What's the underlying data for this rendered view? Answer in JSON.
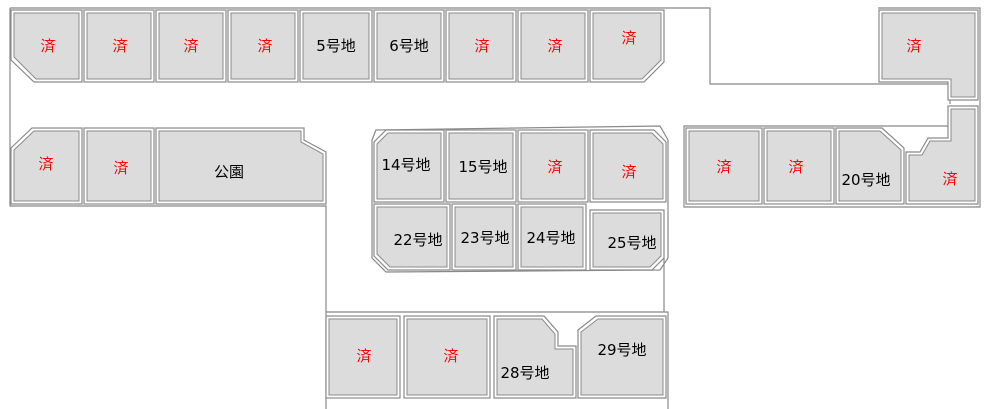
{
  "colors": {
    "sold": "#ff0000",
    "available": "#000000",
    "lot_fill": "#dcdcdc",
    "line": "#8a8a8a"
  },
  "lots": [
    {
      "id": "r1-1",
      "label": "済",
      "status": "sold"
    },
    {
      "id": "r1-2",
      "label": "済",
      "status": "sold"
    },
    {
      "id": "r1-3",
      "label": "済",
      "status": "sold"
    },
    {
      "id": "r1-4",
      "label": "済",
      "status": "sold"
    },
    {
      "id": "lot-5",
      "label": "5号地",
      "status": "available"
    },
    {
      "id": "lot-6",
      "label": "6号地",
      "status": "available"
    },
    {
      "id": "r1-7",
      "label": "済",
      "status": "sold"
    },
    {
      "id": "r1-8",
      "label": "済",
      "status": "sold"
    },
    {
      "id": "r1-9",
      "label": "済",
      "status": "sold"
    },
    {
      "id": "tr-1",
      "label": "済",
      "status": "sold"
    },
    {
      "id": "r2-1",
      "label": "済",
      "status": "sold"
    },
    {
      "id": "r2-2",
      "label": "済",
      "status": "sold"
    },
    {
      "id": "park",
      "label": "公園",
      "status": "park"
    },
    {
      "id": "lot-14",
      "label": "14号地",
      "status": "available"
    },
    {
      "id": "lot-15",
      "label": "15号地",
      "status": "available"
    },
    {
      "id": "c1-3",
      "label": "済",
      "status": "sold"
    },
    {
      "id": "c1-4",
      "label": "済",
      "status": "sold"
    },
    {
      "id": "e-1",
      "label": "済",
      "status": "sold"
    },
    {
      "id": "e-2",
      "label": "済",
      "status": "sold"
    },
    {
      "id": "lot-20",
      "label": "20号地",
      "status": "available"
    },
    {
      "id": "e-4",
      "label": "済",
      "status": "sold"
    },
    {
      "id": "lot-22",
      "label": "22号地",
      "status": "available"
    },
    {
      "id": "lot-23",
      "label": "23号地",
      "status": "available"
    },
    {
      "id": "lot-24",
      "label": "24号地",
      "status": "available"
    },
    {
      "id": "lot-25",
      "label": "25号地",
      "status": "available"
    },
    {
      "id": "b-1",
      "label": "済",
      "status": "sold"
    },
    {
      "id": "b-2",
      "label": "済",
      "status": "sold"
    },
    {
      "id": "lot-28",
      "label": "28号地",
      "status": "available"
    },
    {
      "id": "lot-29",
      "label": "29号地",
      "status": "available"
    }
  ]
}
